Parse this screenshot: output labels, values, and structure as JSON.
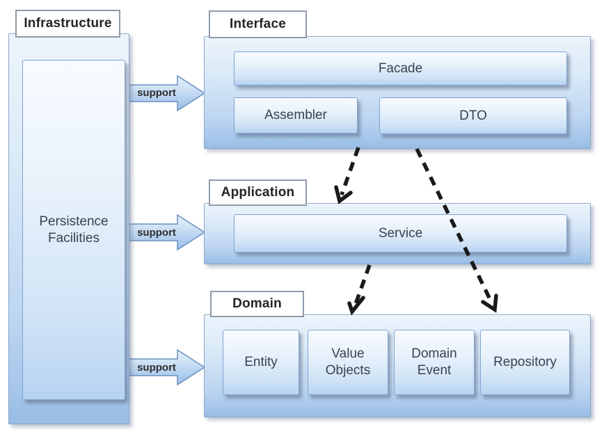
{
  "layers": {
    "infrastructure": {
      "label": "Infrastructure",
      "component": "Persistence Facilities"
    },
    "interface": {
      "label": "Interface",
      "facade": "Facade",
      "assembler": "Assembler",
      "dto": "DTO"
    },
    "application": {
      "label": "Application",
      "service": "Service"
    },
    "domain": {
      "label": "Domain",
      "entity": "Entity",
      "value_objects": "Value Objects",
      "domain_event": "Domain Event",
      "repository": "Repository"
    }
  },
  "arrows": {
    "support": [
      "support",
      "support",
      "support"
    ]
  },
  "colors": {
    "layer_fill_top": "#edf4fc",
    "layer_fill_bottom": "#98bce4",
    "inner_fill_top": "#f8fbff",
    "inner_fill_bottom": "#b7d3f1",
    "box_border": "#7fa3d2",
    "label_border": "#8d9aa9",
    "box_text": "#3a4250",
    "dashed_arrow": "#1a1a1a"
  }
}
